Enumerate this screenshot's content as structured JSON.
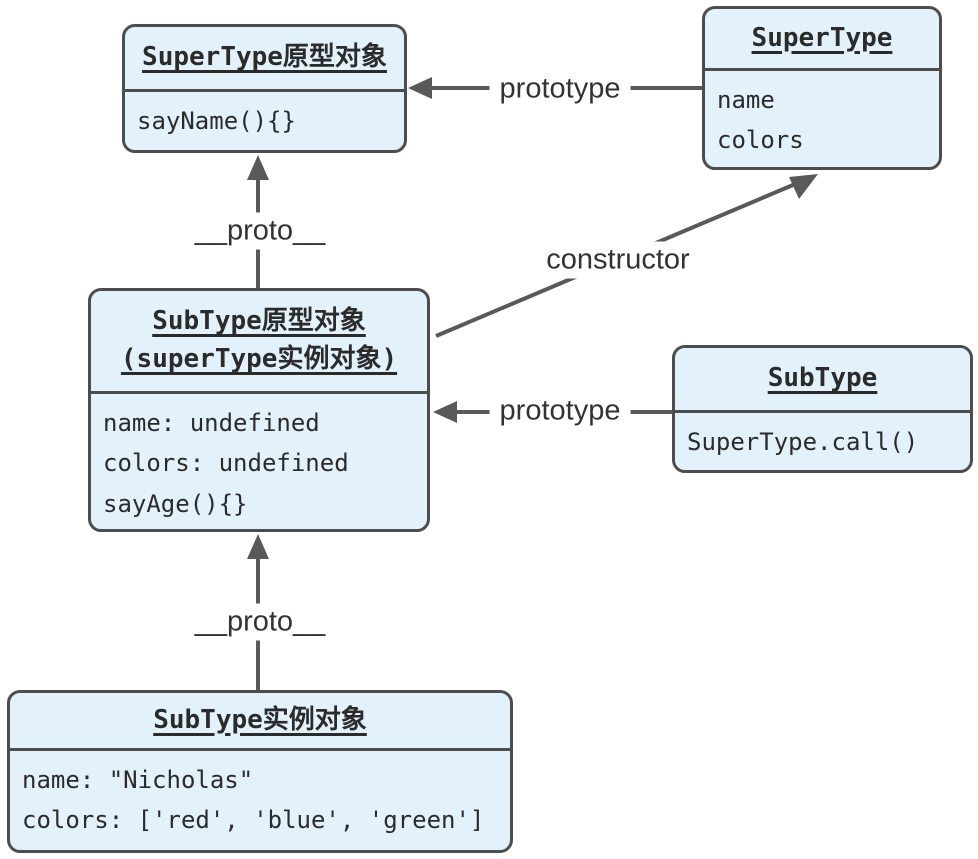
{
  "diagram": {
    "nodes": {
      "supertype_proto": {
        "title": "SuperType原型对象",
        "members": [
          "sayName(){}"
        ]
      },
      "supertype": {
        "title": "SuperType",
        "members": [
          "name",
          "colors"
        ]
      },
      "subtype_proto": {
        "title_line1": "SubType原型对象",
        "title_line2": "(superType实例对象)",
        "members": [
          "name: undefined",
          "colors: undefined",
          "sayAge(){}"
        ]
      },
      "subtype": {
        "title": "SubType",
        "members": [
          "SuperType.call()"
        ]
      },
      "subtype_instance": {
        "title": "SubType实例对象",
        "members": [
          "name: \"Nicholas\"",
          "colors: ['red', 'blue', 'green']"
        ]
      }
    },
    "labels": {
      "prototype_top": "prototype",
      "proto_upper": "__proto__",
      "constructor": "constructor",
      "prototype_bottom": "prototype",
      "proto_lower": "__proto__"
    },
    "colors": {
      "node_fill": "#e3f1fb",
      "node_border": "#4d4d4d",
      "arrow": "#595959",
      "label_text": "#333333"
    }
  }
}
